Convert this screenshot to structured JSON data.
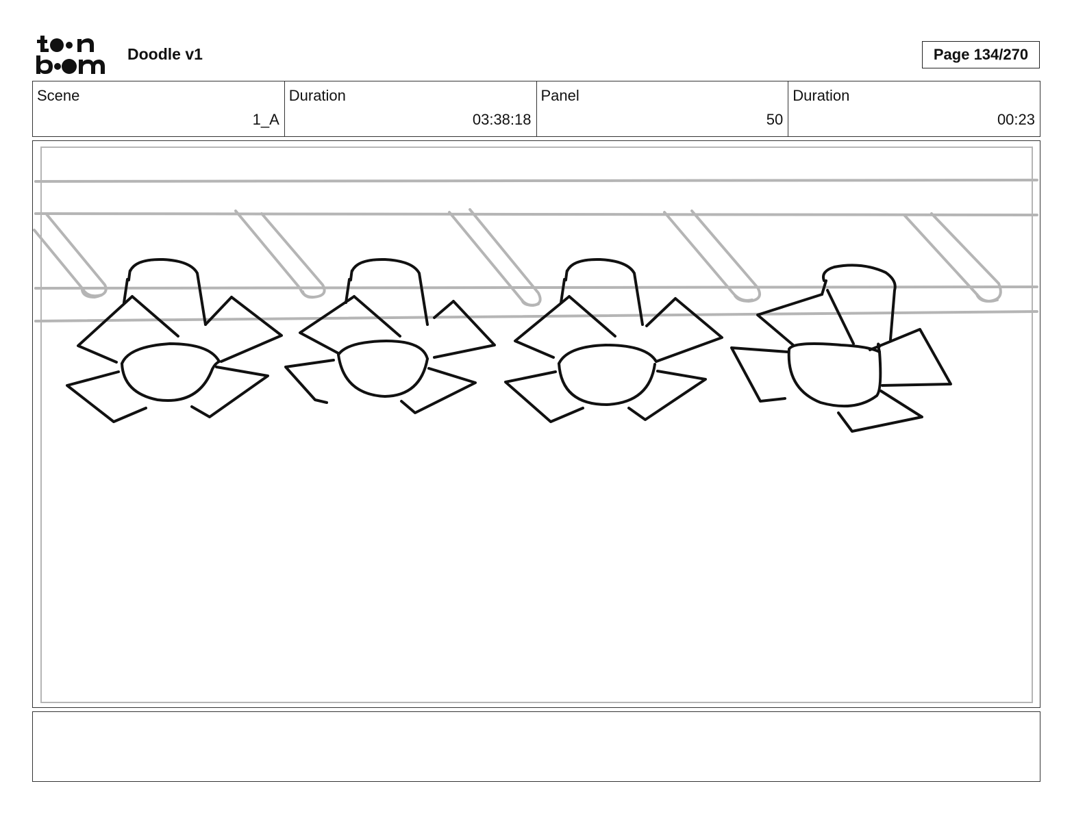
{
  "header": {
    "logo_text": "toon boom",
    "project_title": "Doodle v1",
    "page_label": "Page 134/270"
  },
  "info": [
    {
      "label": "Scene",
      "value": "1_A"
    },
    {
      "label": "Duration",
      "value": "03:38:18"
    },
    {
      "label": "Panel",
      "value": "50"
    },
    {
      "label": "Duration",
      "value": "00:23"
    }
  ],
  "panel": {
    "drawing": "stage-lights-sketch",
    "light_count": 4
  },
  "notes": {
    "text": ""
  },
  "colors": {
    "sketch_line": "#111111",
    "rig_line": "#b5b5b5",
    "border": "#333333"
  }
}
